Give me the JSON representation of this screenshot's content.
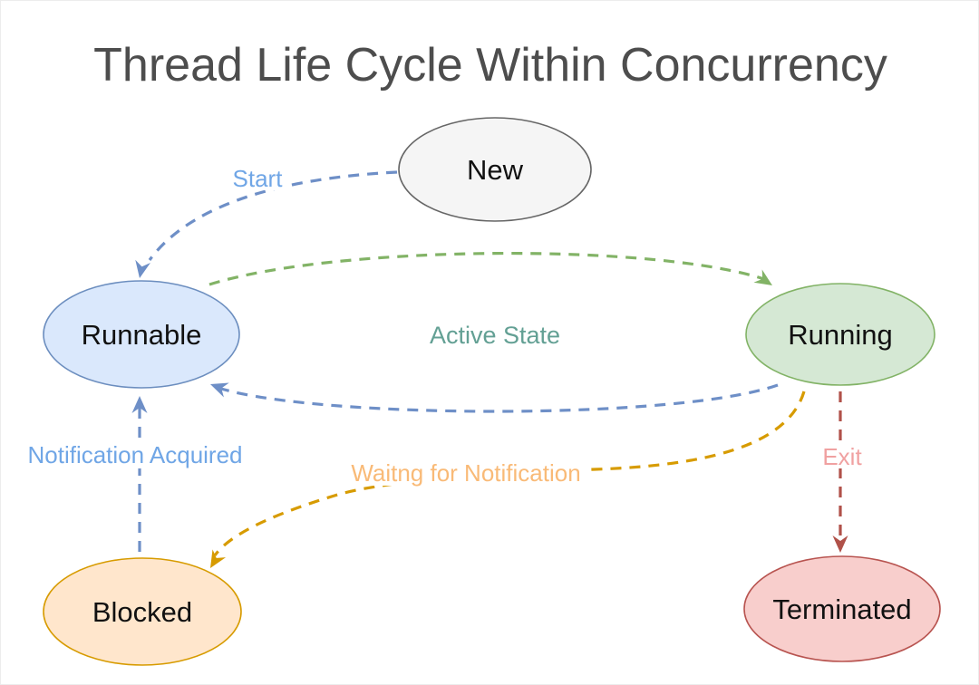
{
  "title": {
    "text": "Thread Life Cycle Within Concurrency",
    "color": "#4d4d4d"
  },
  "nodes": {
    "new": {
      "label": "New",
      "fill": "#f5f5f5",
      "stroke": "#666666"
    },
    "runnable": {
      "label": "Runnable",
      "fill": "#dae8fc",
      "stroke": "#6c8ebf"
    },
    "running": {
      "label": "Running",
      "fill": "#d5e8d4",
      "stroke": "#82b366"
    },
    "blocked": {
      "label": "Blocked",
      "fill": "#ffe6cc",
      "stroke": "#d79b00"
    },
    "terminated": {
      "label": "Terminated",
      "fill": "#f8cecc",
      "stroke": "#b85450"
    }
  },
  "edges": {
    "start": {
      "label": "Start",
      "from": "New",
      "to": "Runnable",
      "line_color": "#6e8fc7",
      "label_color": "#70a6e6"
    },
    "active_state": {
      "label": "Active State",
      "from": "Runnable",
      "to": "Running",
      "line_color": "#82b366",
      "label_color": "#63a094"
    },
    "running_to_runnable": {
      "label": "",
      "from": "Running",
      "to": "Runnable",
      "line_color": "#6e8fc7",
      "label_color": "#70a6e6"
    },
    "notification_acquired": {
      "label": "Notification Acquired",
      "from": "Blocked",
      "to": "Runnable",
      "line_color": "#6e8fc7",
      "label_color": "#70a6e6"
    },
    "waiting_for_notification": {
      "label": "Waitng for Notification",
      "from": "Running",
      "to": "Blocked",
      "line_color": "#d79b00",
      "label_color": "#f9ba77"
    },
    "exit": {
      "label": "Exit",
      "from": "Running",
      "to": "Terminated",
      "line_color": "#b05149",
      "label_color": "#f0a1a1"
    }
  }
}
